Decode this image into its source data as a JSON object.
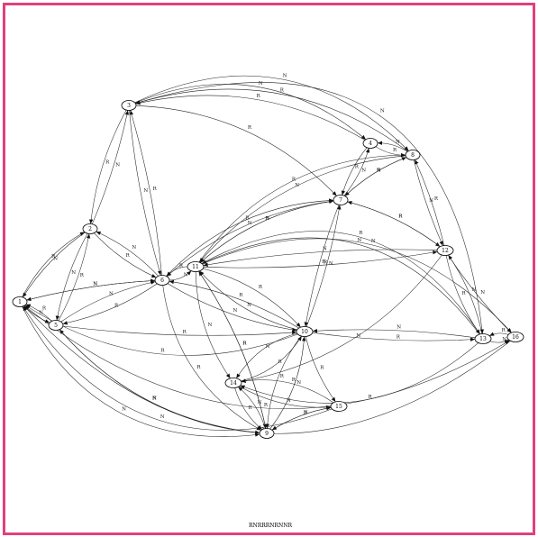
{
  "frame_color": "#e0407e",
  "caption": "RNRRRNRNNR",
  "nodes": [
    "1",
    "2",
    "3",
    "4",
    "5",
    "6",
    "7",
    "8",
    "9",
    "10",
    "11",
    "12",
    "13",
    "14",
    "15",
    "16"
  ],
  "edge_labels": [
    "R",
    "N"
  ]
}
